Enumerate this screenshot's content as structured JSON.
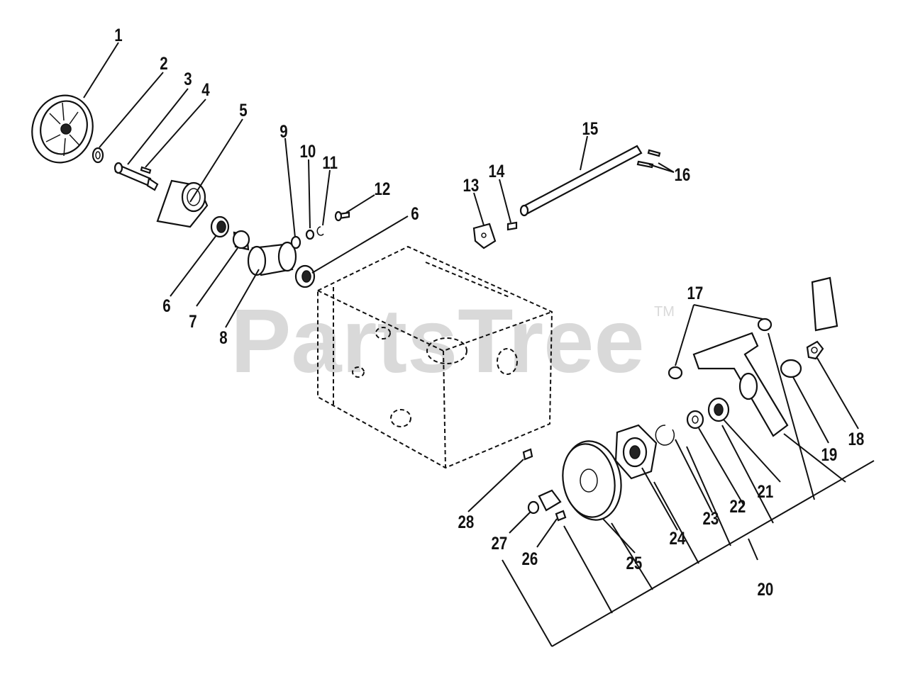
{
  "watermark": {
    "text": "PartsTree",
    "trademark": "TM"
  },
  "callouts": {
    "c1": "1",
    "c2": "2",
    "c3": "3",
    "c4": "4",
    "c5": "5",
    "c6a": "6",
    "c6b": "6",
    "c7": "7",
    "c8": "8",
    "c9": "9",
    "c10": "10",
    "c11": "11",
    "c12": "12",
    "c13": "13",
    "c14": "14",
    "c15": "15",
    "c16": "16",
    "c17": "17",
    "c18": "18",
    "c19": "19",
    "c20": "20",
    "c21": "21",
    "c22": "22",
    "c23": "23",
    "c24": "24",
    "c25": "25",
    "c26": "26",
    "c27": "27",
    "c28": "28"
  }
}
